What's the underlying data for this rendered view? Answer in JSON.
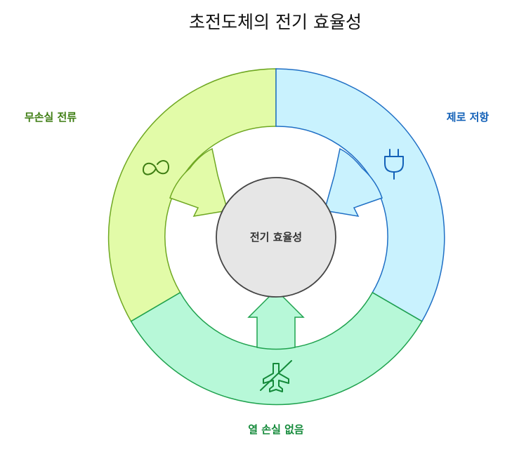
{
  "title": "초전도체의 전기 효율성",
  "center": {
    "label": "전기 효율성"
  },
  "segments": [
    {
      "key": "persistent_current",
      "label": "무손실 전류",
      "icon": "infinity-icon",
      "fill": "#e2fba8",
      "stroke": "#6fa822",
      "text_color": "#3e7d12"
    },
    {
      "key": "zero_resistance",
      "label": "제로 저항",
      "icon": "plug-icon",
      "fill": "#c9f2fe",
      "stroke": "#1f6fc5",
      "text_color": "#1361b8"
    },
    {
      "key": "no_heat_loss",
      "label": "열 손실 없음",
      "icon": "no-heat-icon",
      "fill": "#b7f8d8",
      "stroke": "#1fa24e",
      "text_color": "#148a3a"
    }
  ],
  "center_fill": "#e6e6e6",
  "center_stroke": "#444444"
}
